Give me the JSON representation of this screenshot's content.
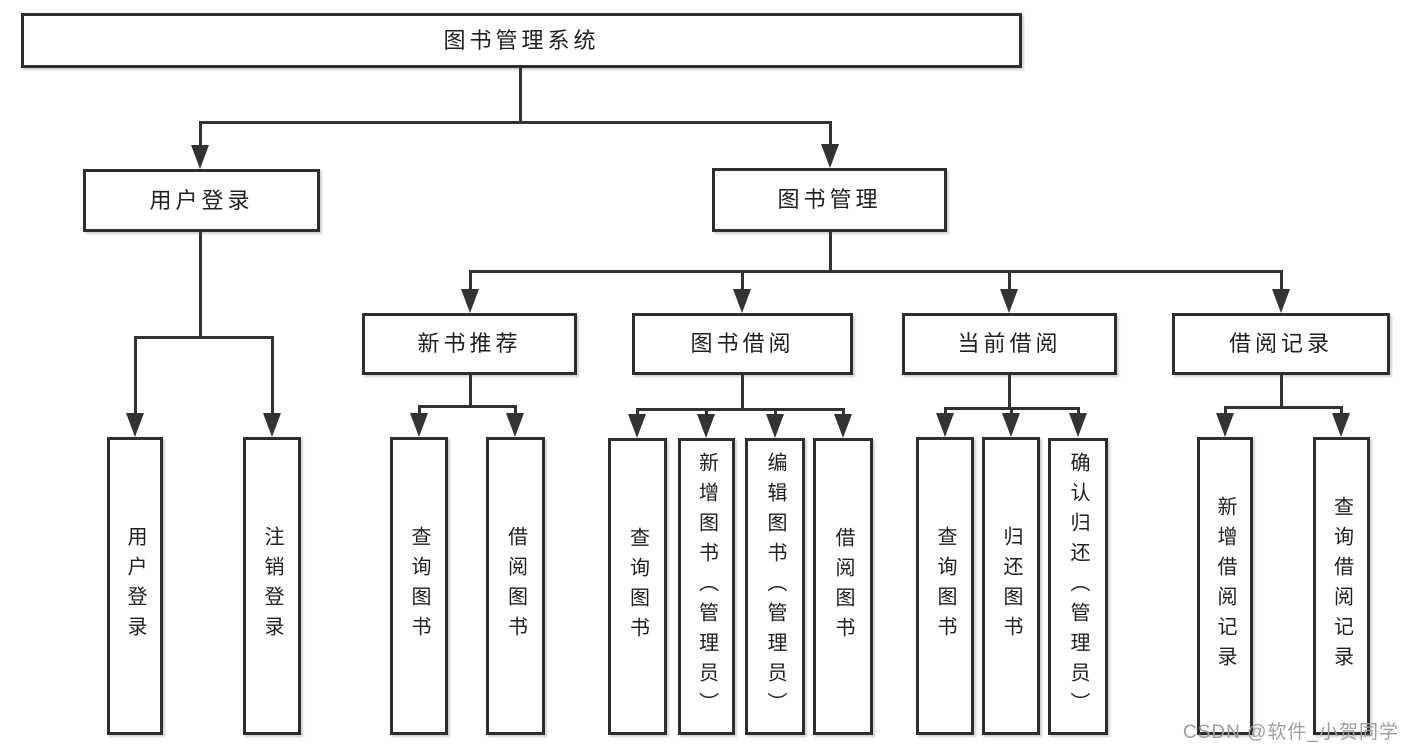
{
  "title": "图书管理系统",
  "watermark": "CSDN @软件_小贺同学",
  "colors": {
    "line": "#333333",
    "box_border": "#2e2e2e",
    "box_fill": "#ffffff",
    "text": "#1f1f1f",
    "watermark": "#9e9e9e"
  },
  "chart_type": "hierarchy-diagram",
  "tree": {
    "root": {
      "label": "图书管理系统"
    },
    "level2": [
      {
        "label": "用户登录",
        "children": [
          {
            "label": "用户登录"
          },
          {
            "label": "注销登录"
          }
        ]
      },
      {
        "label": "图书管理",
        "children": [
          {
            "label": "新书推荐",
            "children": [
              {
                "label": "查询图书"
              },
              {
                "label": "借阅图书"
              }
            ]
          },
          {
            "label": "图书借阅",
            "children": [
              {
                "label": "查询图书"
              },
              {
                "label": "新增图书（管理员）"
              },
              {
                "label": "编辑图书（管理员）"
              },
              {
                "label": "借阅图书"
              }
            ]
          },
          {
            "label": "当前借阅",
            "children": [
              {
                "label": "查询图书"
              },
              {
                "label": "归还图书"
              },
              {
                "label": "确认归还（管理员）"
              }
            ]
          },
          {
            "label": "借阅记录",
            "children": [
              {
                "label": "新增借阅记录"
              },
              {
                "label": "查询借阅记录"
              }
            ]
          }
        ]
      }
    ]
  }
}
